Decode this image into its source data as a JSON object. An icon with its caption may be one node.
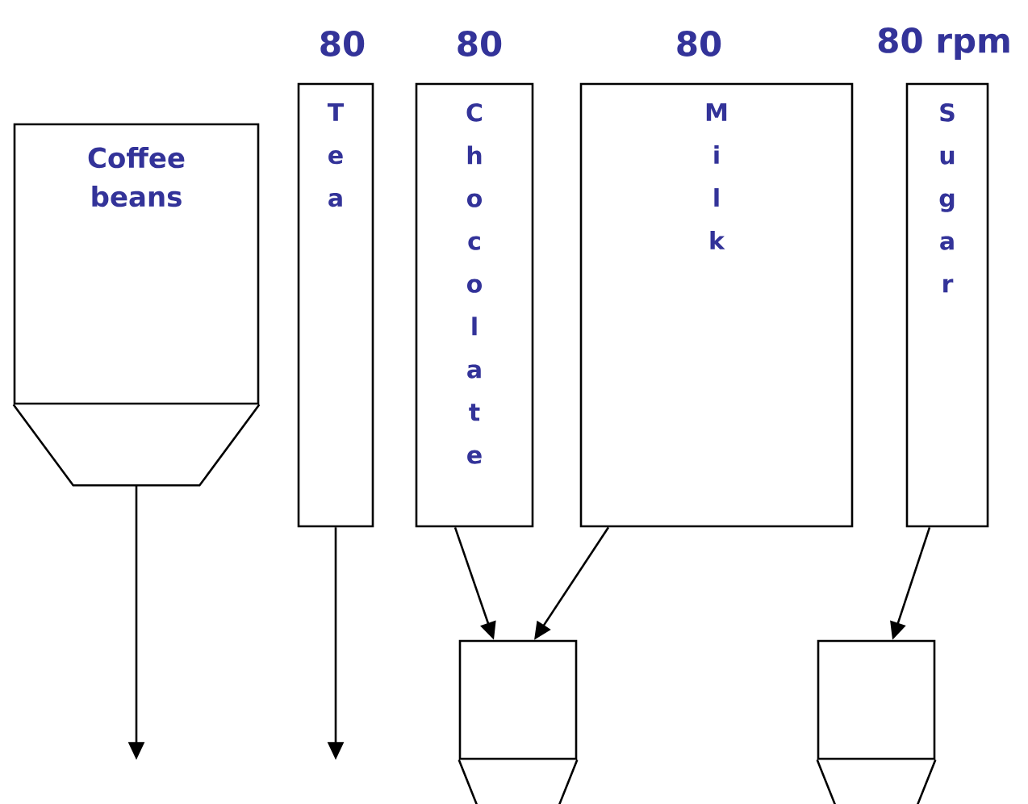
{
  "diagram": {
    "nodes": [
      {
        "text": [
          "Coffee beans"
        ]
      },
      {
        "text": [
          "Tea"
        ],
        "beside": [
          "80"
        ]
      },
      {
        "text": [
          "Chocolate"
        ],
        "beside": [
          "80"
        ]
      },
      {
        "text": [
          "Milk"
        ],
        "beside": [
          "80"
        ]
      },
      {
        "text": [
          "Sugar"
        ],
        "beside": [
          "80 rpm"
        ]
      },
      {
        "text": [],
        "shape": "hopper"
      },
      {
        "text": [],
        "shape": "hopper"
      }
    ],
    "edges": [
      {
        "from": 0,
        "to": null,
        "arrow": "to"
      },
      {
        "from": 1,
        "to": null,
        "arrow": "to"
      },
      {
        "from": 2,
        "to": 5,
        "arrow": "to"
      },
      {
        "from": 3,
        "to": 5,
        "arrow": "to"
      },
      {
        "from": 4,
        "to": 6,
        "arrow": "to"
      }
    ]
  }
}
